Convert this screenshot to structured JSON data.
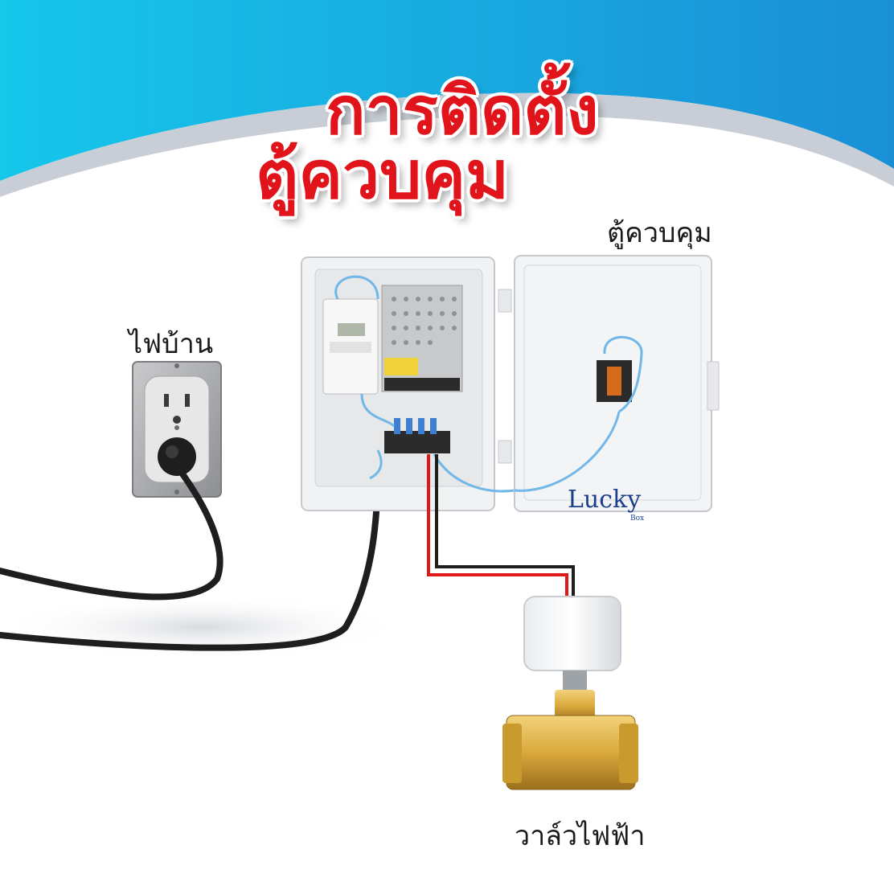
{
  "title": {
    "line1": "การติดตั้ง",
    "line2": "ตู้ควบคุม"
  },
  "labels": {
    "control_box": "ตู้ควบคุม",
    "house_power": "ไฟบ้าน",
    "electric_valve": "วาล์วไฟฟ้า"
  },
  "brand": {
    "name": "Lucky",
    "sub": "Box"
  },
  "colors": {
    "title_red": "#e0141a",
    "banner_cyan": "#16c7ea",
    "banner_blue": "#1a8fd6",
    "brand_blue": "#1b3f8f",
    "cable_black": "#1e1e1e",
    "wire_red": "#e01818",
    "wire_blue": "#6fb8e8",
    "brass": "#d9a93c"
  }
}
